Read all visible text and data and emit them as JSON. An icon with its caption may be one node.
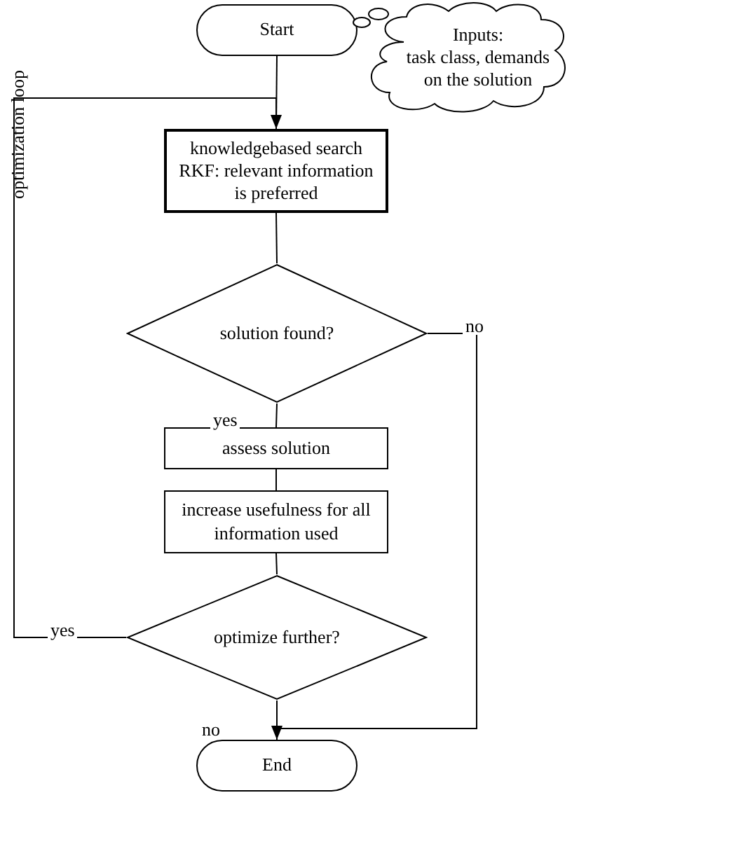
{
  "diagram": {
    "nodes": [
      {
        "text": [
          "Start"
        ]
      },
      {
        "text": [
          "Inputs:",
          "task class, demands on the solution"
        ]
      },
      {
        "text": [
          "knowledgebased search RKF: relevant information is preferred"
        ]
      },
      {
        "text": [
          "solution found?"
        ]
      },
      {
        "text": [
          "assess solution"
        ]
      },
      {
        "text": [
          "increase usefulness for all information used"
        ]
      },
      {
        "text": [
          "optimize further?"
        ]
      },
      {
        "text": [
          "End"
        ]
      }
    ],
    "edges": [
      {
        "from": 0,
        "to": 2,
        "arrow": "none"
      },
      {
        "from": 2,
        "to": 3,
        "arrow": "none"
      },
      {
        "from": 3,
        "to": 4,
        "arrow": "none",
        "label": "yes"
      },
      {
        "from": 4,
        "to": 5,
        "arrow": "none"
      },
      {
        "from": 5,
        "to": 6,
        "arrow": "none"
      },
      {
        "from": 6,
        "to": 2,
        "arrow": "to",
        "label": "yes"
      },
      {
        "from": 6,
        "to": 7,
        "arrow": "none",
        "label": "no"
      },
      {
        "from": 3,
        "to": 7,
        "arrow": "to",
        "label": "no"
      }
    ],
    "labels": [
      "optimization loop"
    ]
  }
}
